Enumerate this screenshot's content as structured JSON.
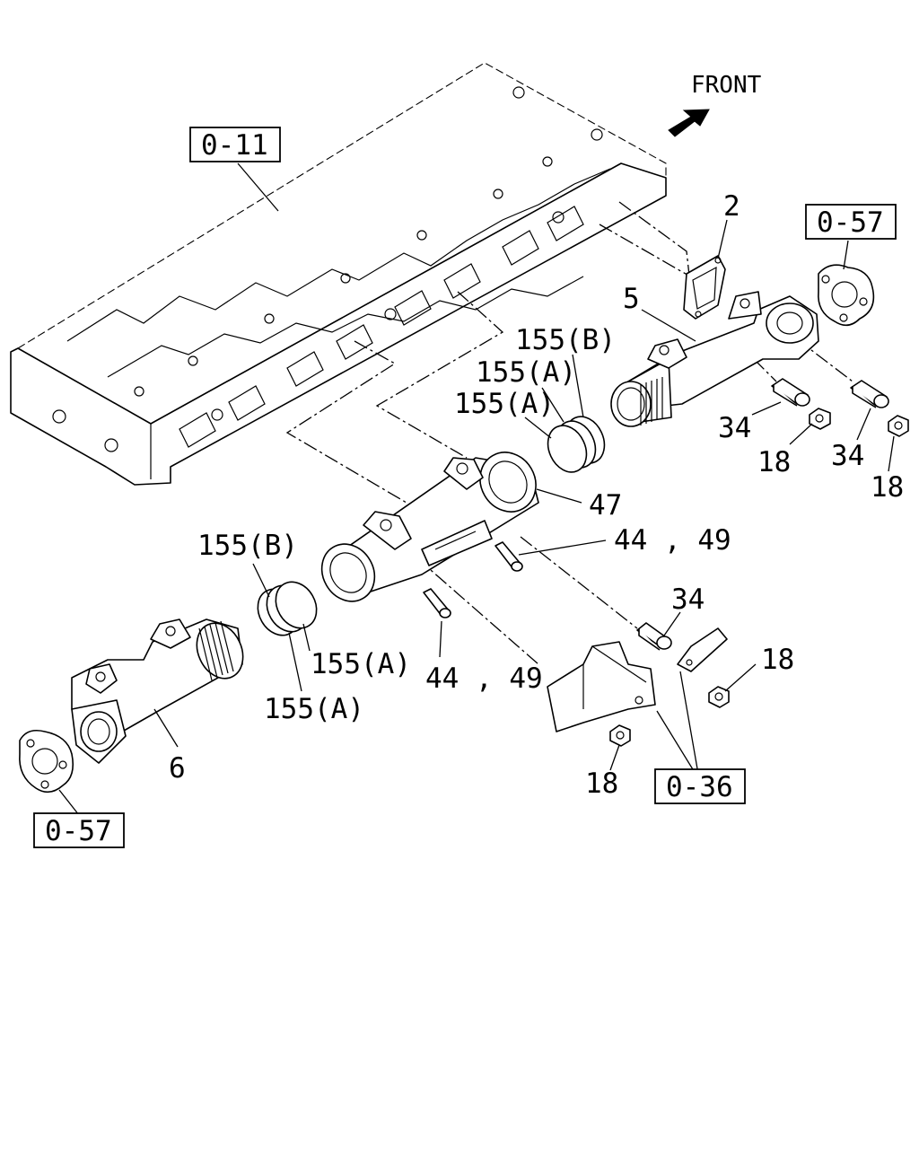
{
  "direction": {
    "label": "FRONT"
  },
  "references": {
    "cylinder_head": "0-11",
    "gasket_right": "0-57",
    "gasket_left": "0-57",
    "bracket": "0-36"
  },
  "callouts": {
    "gasket_2": "2",
    "pipe_5": "5",
    "pipe_6": "6",
    "pipe_47": "47",
    "stud_44_49_upper": "44 , 49",
    "stud_44_49_lower": "44 , 49",
    "ring_155B_upper": "155(B)",
    "ring_155A_upper_1": "155(A)",
    "ring_155A_upper_2": "155(A)",
    "ring_155B_lower": "155(B)",
    "ring_155A_lower_1": "155(A)",
    "ring_155A_lower_2": "155(A)",
    "spacer_34_a": "34",
    "spacer_34_b": "34",
    "spacer_34_c": "34",
    "nut_18_a": "18",
    "nut_18_b": "18",
    "nut_18_c": "18",
    "nut_18_d": "18"
  }
}
